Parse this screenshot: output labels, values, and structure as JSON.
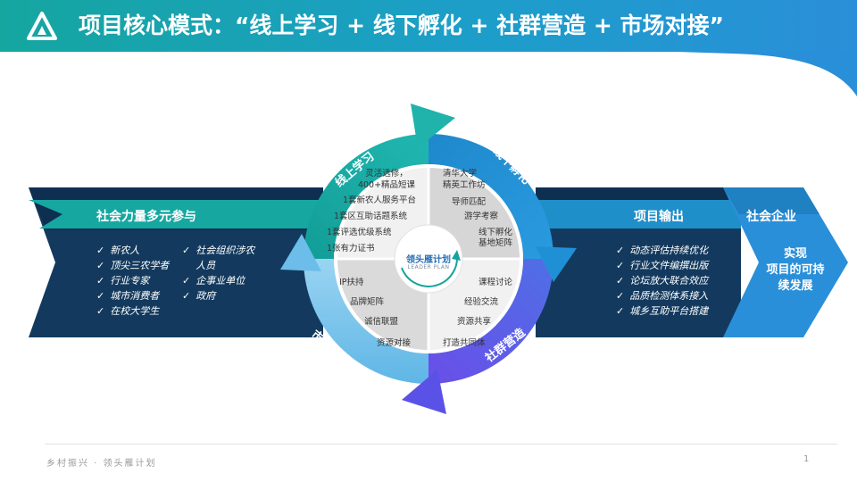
{
  "header": {
    "title": "项目核心模式：“线上学习 + 线下孵化 + 社群营造 + 市场对接”"
  },
  "left_panel": {
    "title": "社会力量多元参与",
    "col1": [
      "新农人",
      "顶尖三农学者",
      "行业专家",
      "城市消费者",
      "在校大学生"
    ],
    "col2": [
      "社会组织涉农",
      "人员",
      "企事业单位",
      "政府"
    ]
  },
  "right_panel": {
    "title": "项目输出",
    "items": [
      "动态评估持续优化",
      "行业文件编撰出版",
      "论坛放大联合效应",
      "品质检测体系接入",
      "城乡互助平台搭建"
    ],
    "enterprise_title": "社会企业",
    "goal": [
      "实现",
      "项目的可持",
      "续发展"
    ]
  },
  "cycle": {
    "center_title": "领头雁计划",
    "center_subtitle": "LEADER PLAN",
    "stage_online": "线上学习",
    "stage_offline": "线下孵化",
    "stage_community": "社群营造",
    "stage_market": "市场对接",
    "online_items": [
      "灵活选修，",
      "400+精品短课",
      "1套新农人服务平台",
      "1套区互助话题系统",
      "1套评选优级系统",
      "1张有力证书"
    ],
    "offline_items": [
      "清华大学",
      "精英工作坊",
      "导师匹配",
      "游学考察",
      "线下孵化",
      "基地矩阵"
    ],
    "community_items": [
      "课程讨论",
      "经验交流",
      "资源共享",
      "打造共同体"
    ],
    "market_items": [
      "IP扶持",
      "品牌矩阵",
      "诚信联盟",
      "资源对接"
    ]
  },
  "footer": {
    "text": "乡村振兴 · 领头雁计划",
    "page": "1"
  },
  "colors": {
    "teal": "#16a7a1",
    "blue": "#2a8fd9",
    "navy": "#133a5e",
    "purple": "#5b4ee6",
    "light_blue": "#7cc4ea"
  }
}
